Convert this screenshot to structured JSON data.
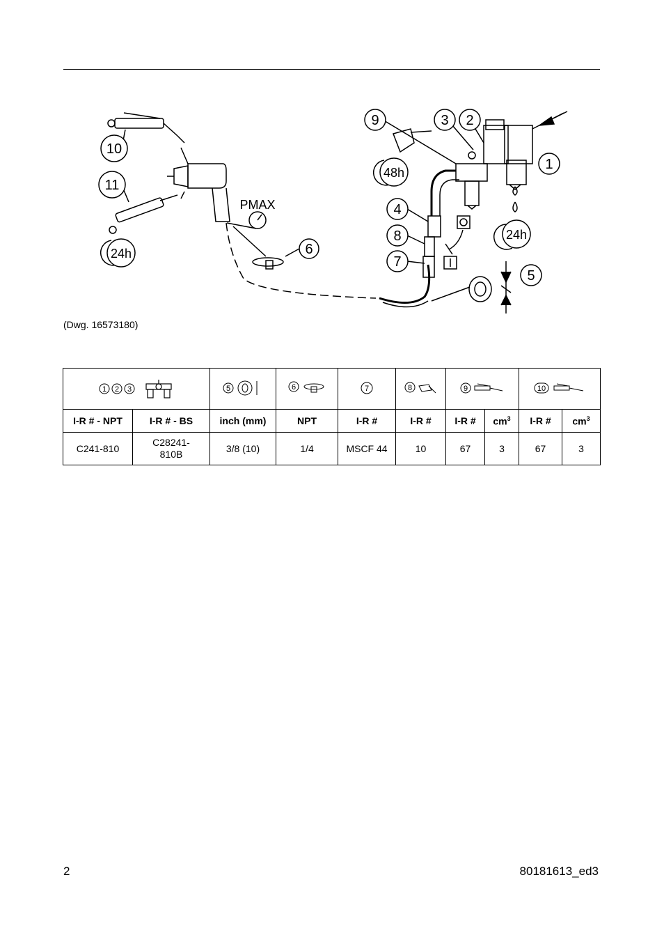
{
  "drawing": {
    "callouts": {
      "c1": "1",
      "c2": "2",
      "c3": "3",
      "c4": "4",
      "c5": "5",
      "c6": "6",
      "c7": "7",
      "c8": "8",
      "c9": "9",
      "c10": "10",
      "c11": "11"
    },
    "labels": {
      "pmax": "PMAX",
      "interval_24h_left": "24h",
      "interval_48h": "48h",
      "interval_24h_right": "24h"
    },
    "caption": "(Dwg. 16573180)"
  },
  "table": {
    "icon_headers": {
      "group_123": [
        "1",
        "2",
        "3"
      ],
      "col5": "5",
      "col6": "6",
      "col7": "7",
      "col8": "8",
      "col9": "9",
      "col10": "10"
    },
    "headers": [
      "I-R # - NPT",
      "I-R # - BS",
      "inch (mm)",
      "NPT",
      "I-R #",
      "I-R #",
      "I-R #",
      "cm",
      "I-R #",
      "cm"
    ],
    "cm_superscript": "3",
    "row": [
      "C241-810",
      "C28241-\n810B",
      "3/8 (10)",
      "1/4",
      "MSCF 44",
      "10",
      "67",
      "3",
      "67",
      "3"
    ]
  },
  "footer": {
    "page_number": "2",
    "doc_id": "80181613_ed3"
  }
}
